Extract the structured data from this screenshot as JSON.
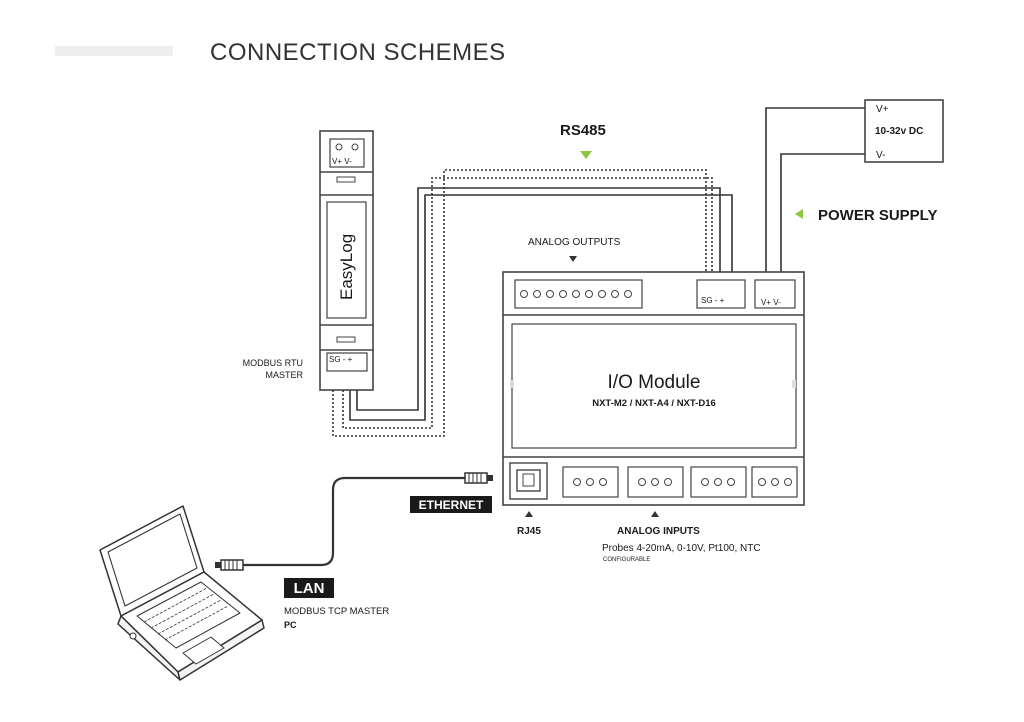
{
  "page": {
    "title": "CONNECTION SCHEMES"
  },
  "colors": {
    "accent": "#8dc63f",
    "line": "#333333",
    "device_stroke": "#444444",
    "label_bg": "#1a1a1a"
  },
  "rs485": {
    "label": "RS485"
  },
  "power": {
    "label": "POWER SUPPLY",
    "source_vplus": "V+",
    "source_vminus": "V-",
    "source_voltage": "10-32v DC"
  },
  "easylog": {
    "name": "EasyLog",
    "top_terminal_label": "V+ V-",
    "bottom_terminal_label": "SG  -   +",
    "role_line1": "MODBUS RTU",
    "role_line2": "MASTER"
  },
  "module": {
    "title": "I/O Module",
    "models": "NXT-M2 / NXT-A4 / NXT-D16",
    "rs485_terminal_label": "SG  -   +",
    "power_terminal_label": "V+ V-",
    "analog_outputs_label": "ANALOG OUTPUTS",
    "rj45_label": "RJ45",
    "analog_inputs_label": "ANALOG INPUTS",
    "analog_inputs_desc": "Probes 4-20mA, 0-10V, Pt100, NTC",
    "analog_inputs_note": "CONFIGURABLE"
  },
  "network": {
    "ethernet_label": "ETHERNET",
    "lan_label": "LAN",
    "pc_role": "MODBUS TCP MASTER",
    "pc_name": "PC"
  }
}
